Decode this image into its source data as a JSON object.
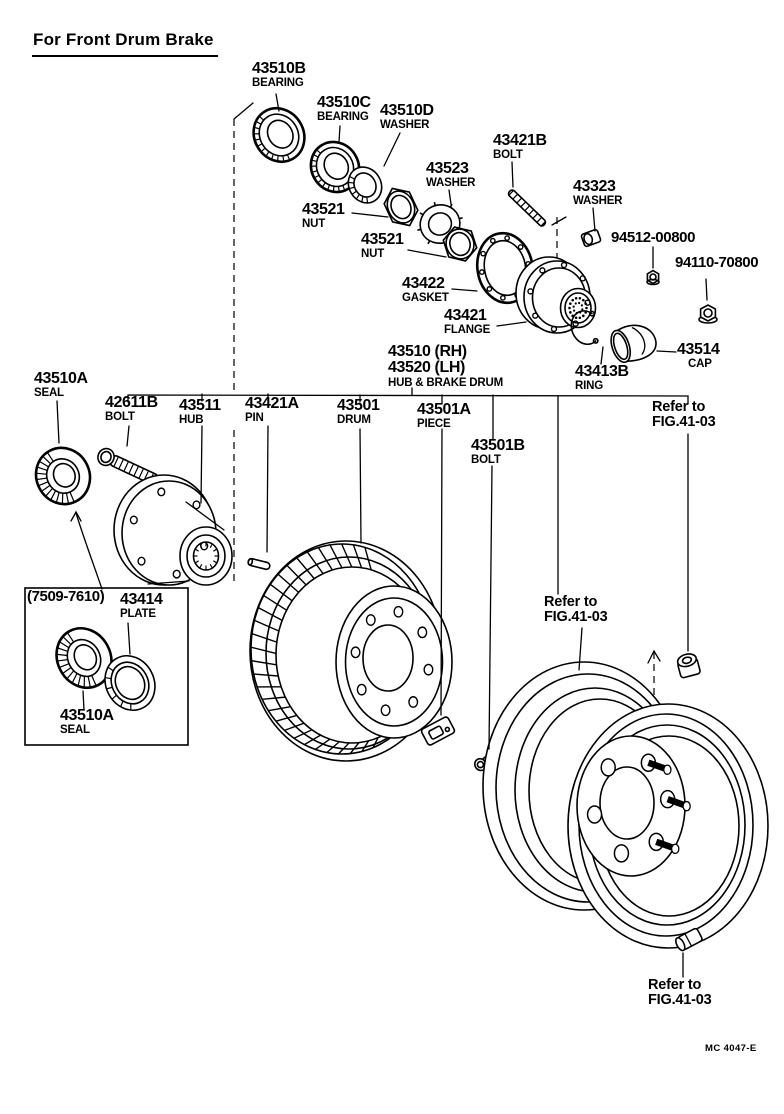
{
  "title": "For Front Drum Brake",
  "figure_code": "MC 4047-E",
  "colors": {
    "ink": "#000000",
    "paper": "#ffffff"
  },
  "labels": {
    "bearing_b": {
      "num": "43510B",
      "name": "BEARING"
    },
    "bearing_c": {
      "num": "43510C",
      "name": "BEARING"
    },
    "washer_d": {
      "num": "43510D",
      "name": "WASHER"
    },
    "bolt_43421b": {
      "num": "43421B",
      "name": "BOLT"
    },
    "washer_43523": {
      "num": "43523",
      "name": "WASHER"
    },
    "washer_43323": {
      "num": "43323",
      "name": "WASHER"
    },
    "nut_43521_upper": {
      "num": "43521",
      "name": "NUT"
    },
    "nut_43521_lower": {
      "num": "43521",
      "name": "NUT"
    },
    "bolt_94512": {
      "num": "94512-00800"
    },
    "nut_94110": {
      "num": "94110-70800"
    },
    "gasket_43422": {
      "num": "43422",
      "name": "GASKET"
    },
    "flange_43421": {
      "num": "43421",
      "name": "FLANGE"
    },
    "hub_brake_drum": {
      "num": "43510 (RH)",
      "num2": "43520 (LH)",
      "name": "HUB & BRAKE DRUM"
    },
    "ring_43413b": {
      "num": "43413B",
      "name": "RING"
    },
    "cap_43514": {
      "num": "43514",
      "name": "CAP"
    },
    "seal_43510a_main": {
      "num": "43510A",
      "name": "SEAL"
    },
    "bolt_42611b": {
      "num": "42611B",
      "name": "BOLT"
    },
    "hub_43511": {
      "num": "43511",
      "name": "HUB"
    },
    "pin_43421a": {
      "num": "43421A",
      "name": "PIN"
    },
    "drum_43501": {
      "num": "43501",
      "name": "DRUM"
    },
    "piece_43501a": {
      "num": "43501A",
      "name": "PIECE"
    },
    "bolt_43501b": {
      "num": "43501B",
      "name": "BOLT"
    },
    "plate_43414": {
      "num": "43414",
      "name": "PLATE"
    },
    "seal_43510a_inset": {
      "num": "43510A",
      "name": "SEAL"
    },
    "inset_range": "(7509-7610)",
    "refer_note": {
      "line1": "Refer to",
      "line2": "FIG.41-03"
    }
  }
}
